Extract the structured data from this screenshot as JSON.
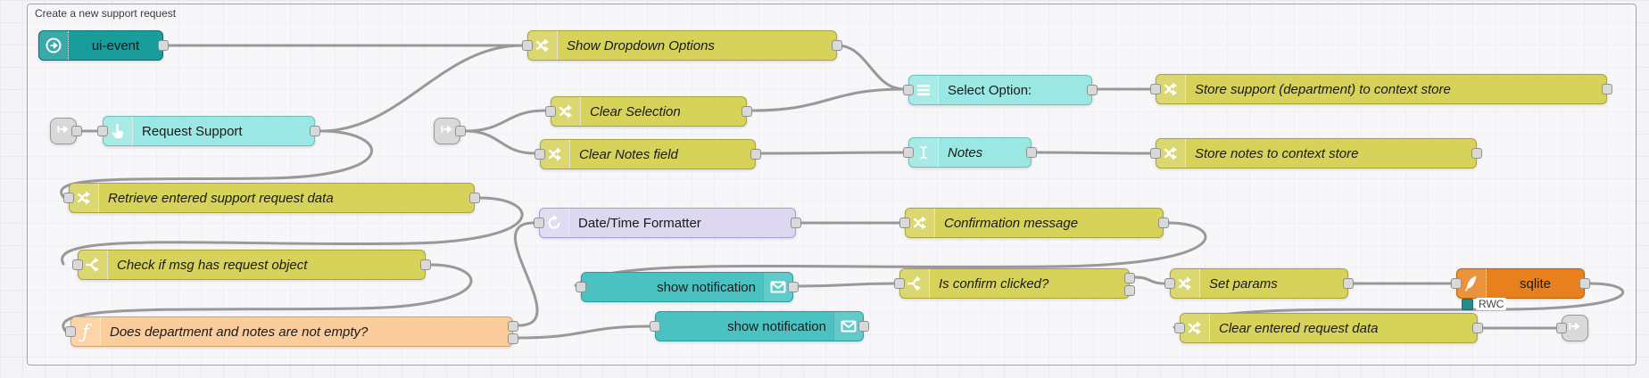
{
  "group": {
    "label": "Create a new support request"
  },
  "nodes": {
    "ui_event": {
      "label": "ui-event"
    },
    "show_dropdown": {
      "label": "Show Dropdown Options"
    },
    "select_option": {
      "label": "Select Option:"
    },
    "store_support": {
      "label": "Store support (department) to context store"
    },
    "clear_selection": {
      "label": "Clear Selection"
    },
    "request_support": {
      "label": "Request Support"
    },
    "clear_notes": {
      "label": "Clear Notes field"
    },
    "notes": {
      "label": "Notes"
    },
    "store_notes": {
      "label": "Store notes to context store"
    },
    "retrieve": {
      "label": "Retrieve entered support request data"
    },
    "datetime_formatter": {
      "label": "Date/Time Formatter"
    },
    "confirmation": {
      "label": "Confirmation message"
    },
    "check_msg": {
      "label": "Check if msg has request object"
    },
    "show_notification_1": {
      "label": "show notification"
    },
    "is_confirm": {
      "label": "Is confirm clicked?"
    },
    "set_params": {
      "label": "Set params"
    },
    "sqlite": {
      "label": "sqlite",
      "status": "RWC"
    },
    "does_dept": {
      "label": "Does department and notes are not empty?"
    },
    "show_notification_2": {
      "label": "show notification"
    },
    "clear_entered": {
      "label": "Clear entered request data"
    },
    "function_glyph": "ƒ"
  },
  "icons": {
    "ui_event": "circle-right-arrow",
    "change_nodes": "shuffle-crossed-arrows",
    "switch_nodes": "fork-arrows",
    "function_node": "italic-f",
    "button_node": "hand-pointer",
    "dropdown_node": "hamburger-list",
    "text_node": "ibeam-cursor",
    "notification_node": "envelope",
    "datetime_node": "circular-arrow",
    "sqlite_node": "feather",
    "link_nodes": "link-arrow"
  },
  "colors": {
    "canvas_bg": "#f4f4f8",
    "grid_line": "#e9e9f1",
    "group_border": "#a3a3a3",
    "wire": "#999999",
    "port_fill": "#d9d9d9",
    "port_border": "#8f8f8f",
    "label": "#1a1a1a",
    "node_olive": "#d7d25a",
    "node_olive_border": "#aaa537",
    "node_cyan": "#9be7e3",
    "node_cyan_border": "#6fc0bc",
    "node_turquoise": "#4ac2c2",
    "node_turquoise_border": "#2e9b9b",
    "node_teal": "#189c9c",
    "node_teal_border": "#0e6f6f",
    "node_lavender": "#ddd7ef",
    "node_lavender_border": "#a89fd3",
    "node_peach": "#fbcd9d",
    "node_peach_border": "#d9a368",
    "node_orange": "#e8811d",
    "node_orange_border": "#b96306",
    "node_link": "#d9d9d9",
    "node_link_border": "#999999",
    "status_dot": "#2a8a8a"
  }
}
